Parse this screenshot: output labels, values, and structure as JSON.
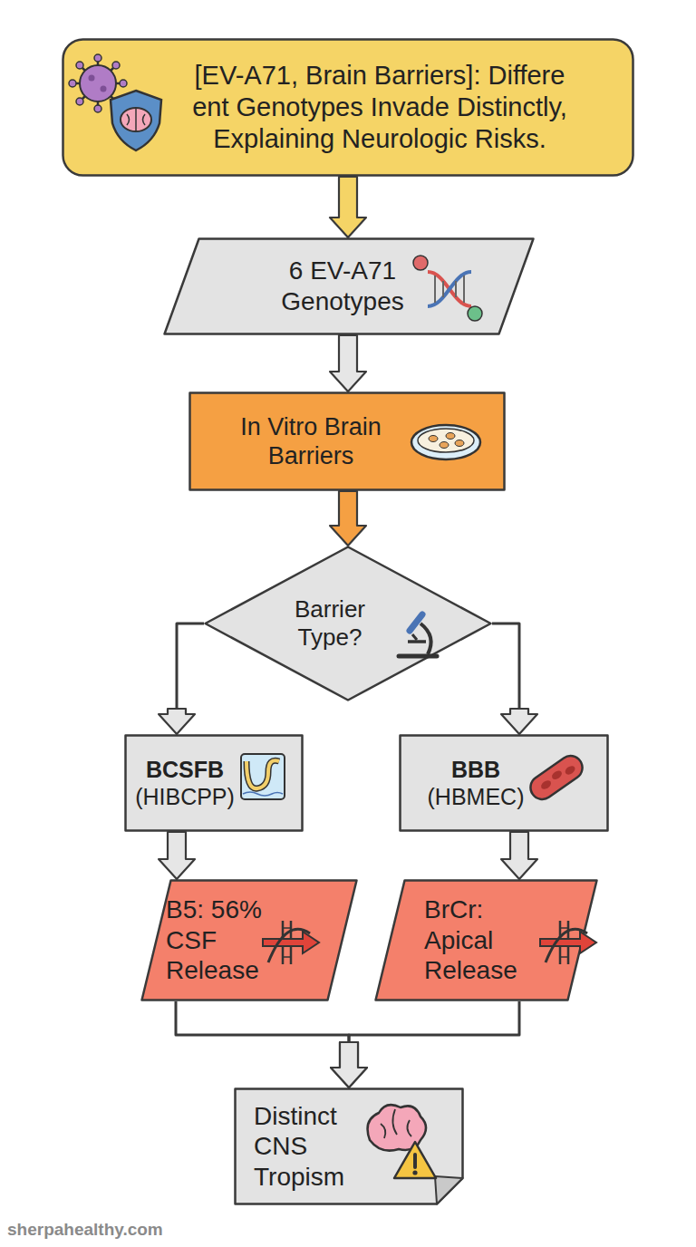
{
  "diagram": {
    "nodes": [
      {
        "text": [
          "[EV-A71, Brain Barriers]: Differe ent Genotypes Invade Distinctly, Explaining Neurologic Risks."
        ]
      },
      {
        "text": [
          "6 EV-A71 Genotypes"
        ]
      },
      {
        "text": [
          "In Vitro Brain Barriers"
        ]
      },
      {
        "text": [
          "Barrier Type?"
        ]
      },
      {
        "text": [
          "BCSFB",
          "(HIBCPP)"
        ]
      },
      {
        "text": [
          "BBB",
          "(HBMEC)"
        ]
      },
      {
        "text": [
          "B5: 56% CSF Release"
        ]
      },
      {
        "text": [
          "BrCr: Apical Release"
        ]
      },
      {
        "text": [
          "Distinct CNS Tropism"
        ]
      }
    ],
    "edges": [
      {
        "from": 0,
        "to": 1,
        "arrow": "to"
      },
      {
        "from": 1,
        "to": 2,
        "arrow": "to"
      },
      {
        "from": 2,
        "to": 3,
        "arrow": "to"
      },
      {
        "from": 3,
        "to": 4,
        "arrow": "to"
      },
      {
        "from": 3,
        "to": 5,
        "arrow": "to"
      },
      {
        "from": 4,
        "to": 6,
        "arrow": "to"
      },
      {
        "from": 5,
        "to": 7,
        "arrow": "to"
      },
      {
        "from": 6,
        "to": 8,
        "arrow": "to"
      },
      {
        "from": 7,
        "to": 8,
        "arrow": "to"
      }
    ],
    "labels": [
      "sherpahealthy.com"
    ]
  }
}
